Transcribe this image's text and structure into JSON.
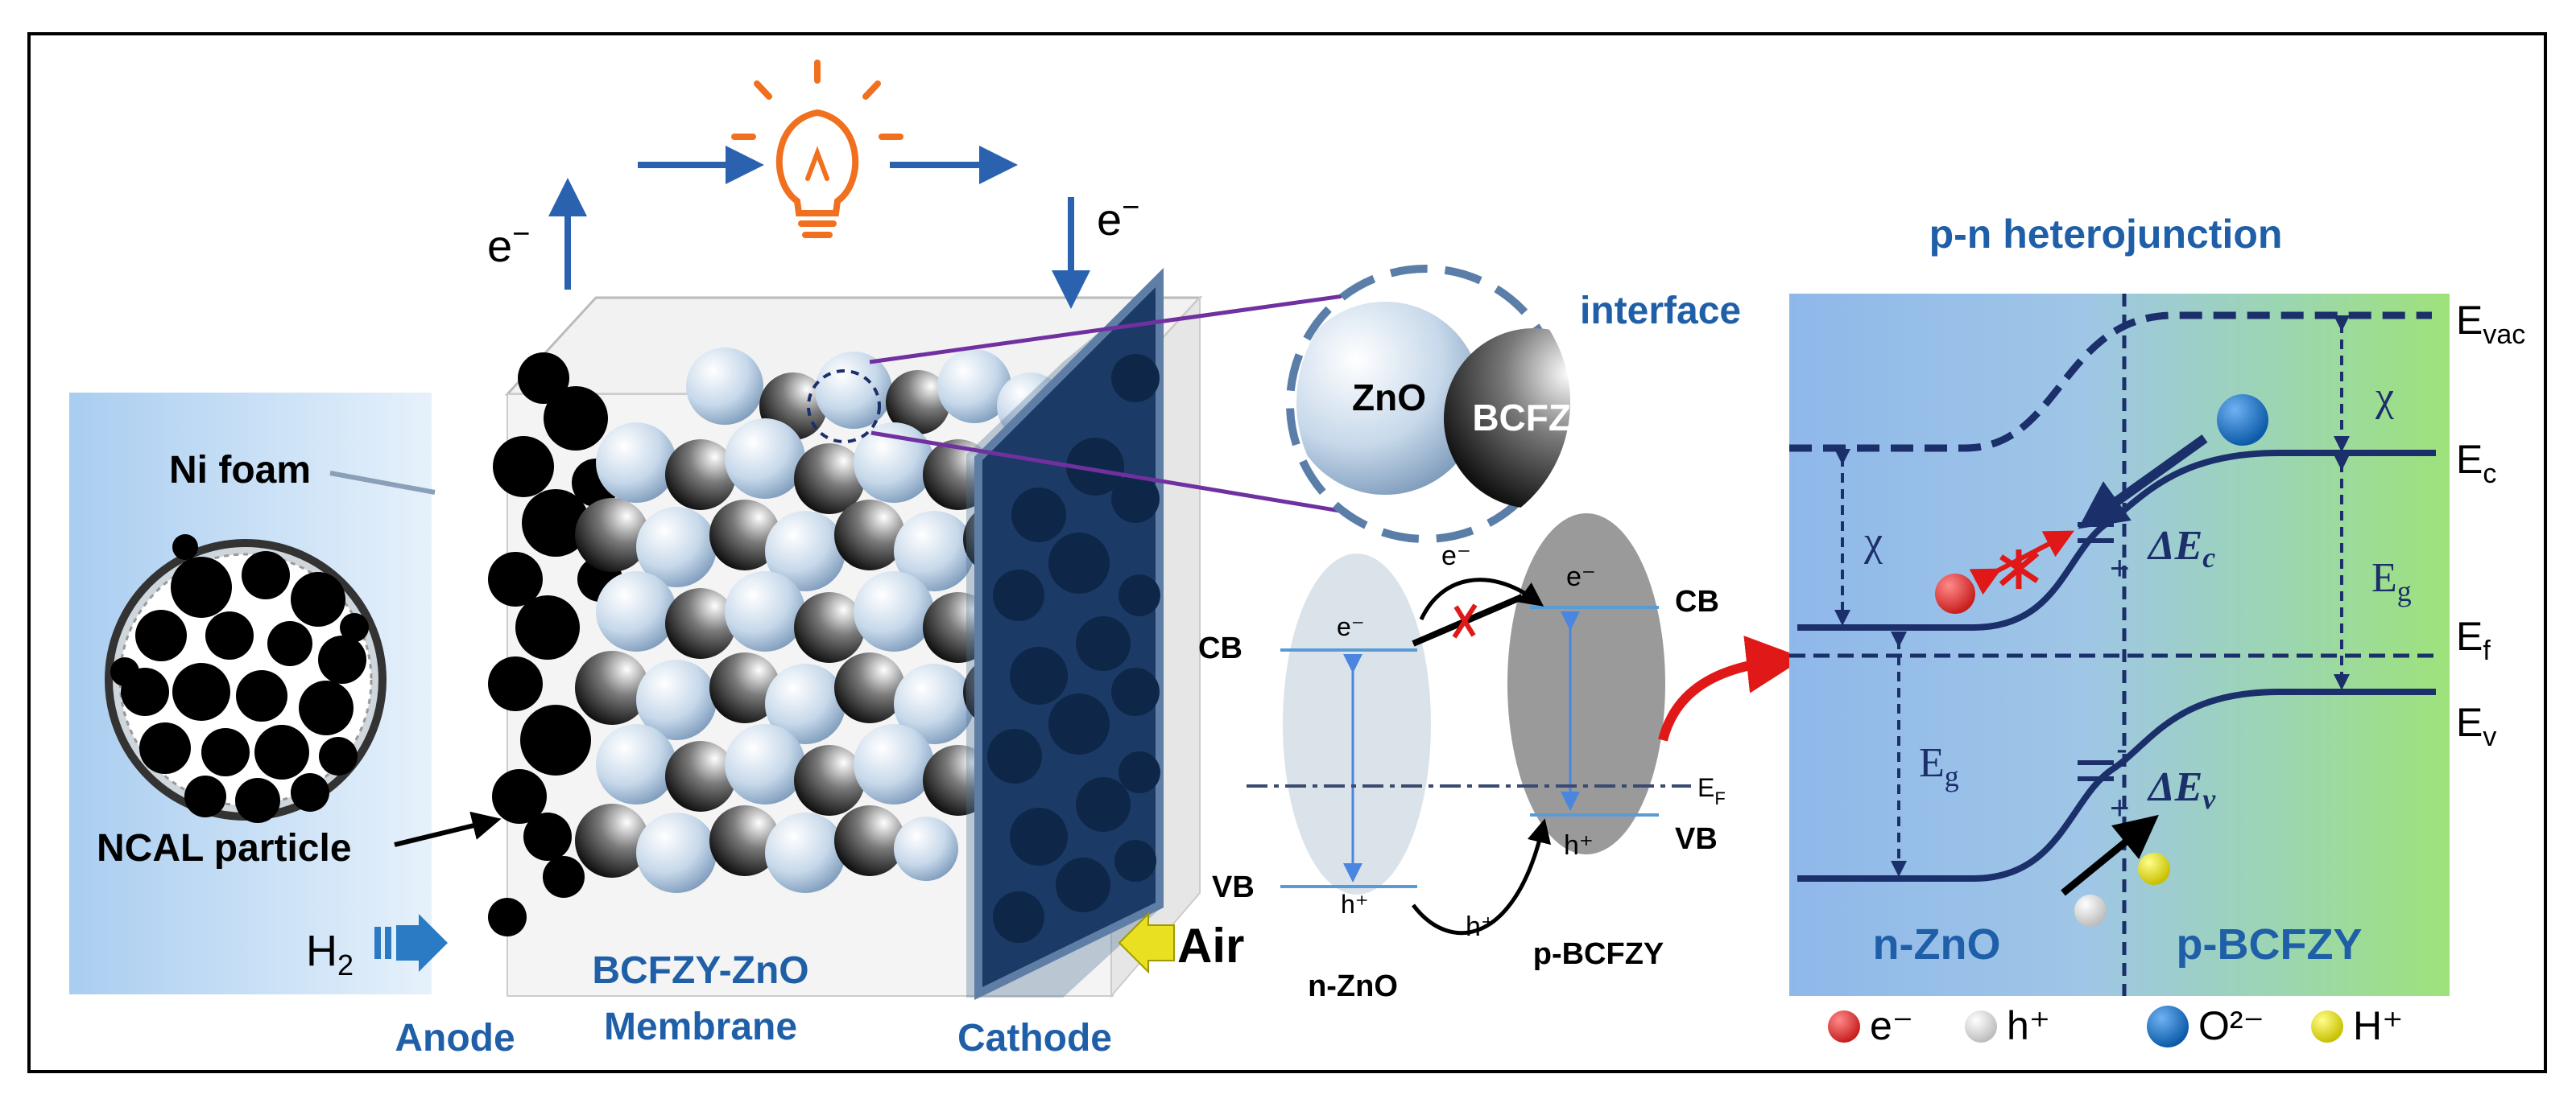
{
  "fuel_cell": {
    "electron_left": "e",
    "electron_left_sup": "−",
    "electron_right": "e",
    "electron_right_sup": "−",
    "ni_foam_label": "Ni foam",
    "ncal_label": "NCAL particle",
    "h2_label": "H",
    "h2_sub": "2",
    "air_label": "Air",
    "membrane_line1": "BCFZY-ZnO",
    "membrane_line2": "Membrane",
    "anode_label": "Anode",
    "cathode_label": "Cathode",
    "bulb_icon": "light-bulb-icon"
  },
  "interface": {
    "title": "interface",
    "zno_label": "ZnO",
    "bcfzy_label": "BCFZY"
  },
  "band_small": {
    "e_top": "e⁻",
    "e_left": "e⁻",
    "e_right": "e⁻",
    "h_left": "h⁺",
    "h_right": "h⁺",
    "h_bottom": "h⁺",
    "cb_left": "CB",
    "cb_right": "CB",
    "vb_left": "VB",
    "vb_right": "VB",
    "ef": "E",
    "ef_sub": "F",
    "n_label": "n-ZnO",
    "p_label": "p-BCFZY"
  },
  "heterojunction": {
    "title": "p-n heterojunction",
    "evac": "E",
    "evac_sub": "vac",
    "ec": "E",
    "ec_sub": "c",
    "ef": "E",
    "ef_sub": "f",
    "ev": "E",
    "ev_sub": "v",
    "chi_left": "χ",
    "chi_right": "χ",
    "eg_left": "E",
    "eg_left_sub": "g",
    "eg_right": "E",
    "eg_right_sub": "g",
    "delta_ec": "ΔE",
    "delta_ec_sub": "c",
    "delta_ev": "ΔE",
    "delta_ev_sub": "v",
    "minus_c": "-",
    "plus_c": "+",
    "minus_v": "-",
    "plus_v": "+",
    "n_region": "n-ZnO",
    "p_region": "p-BCFZY"
  },
  "legend": [
    {
      "label": "e⁻",
      "color": "#e03a3a"
    },
    {
      "label": "h⁺",
      "color": "#d8d8d8"
    },
    {
      "label": "O²⁻",
      "color": "#1a6fc0"
    },
    {
      "label": "H⁺",
      "color": "#e8e010"
    }
  ],
  "colors": {
    "accent_blue": "#1f5fa8",
    "arrow_blue": "#2a62b0",
    "band_navy": "#1b2f6b",
    "red": "#e01818",
    "purple": "#7030a0"
  }
}
